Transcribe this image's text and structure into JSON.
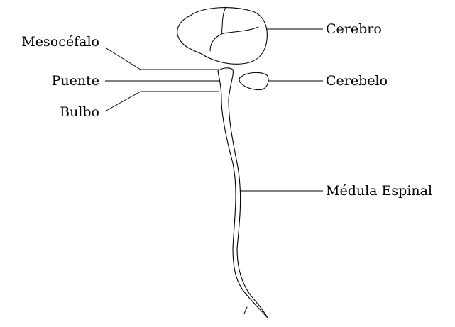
{
  "labels": {
    "cerebro": "Cerebro",
    "mesocefalo": "Mesocéfalo",
    "puente": "Puente",
    "cerebelo": "Cerebelo",
    "bulbo": "Bulbo",
    "medula": "Médula Espinal"
  },
  "colors": {
    "stroke": "#000000",
    "background": "#ffffff"
  }
}
